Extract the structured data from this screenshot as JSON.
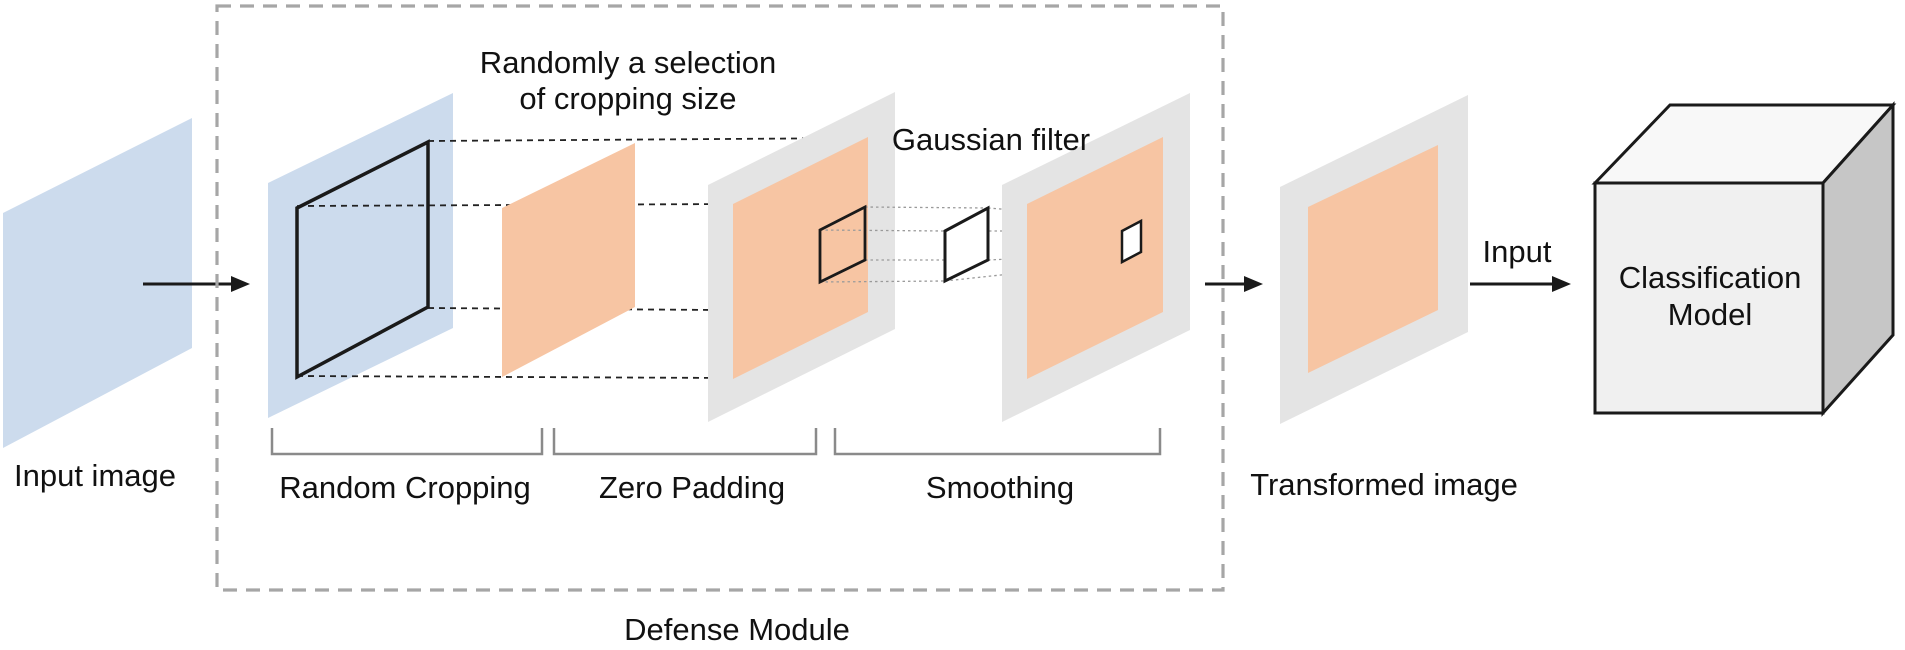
{
  "colors": {
    "blue_panel": "#ccdbed",
    "orange_panel": "#f7c5a3",
    "gray_panel": "#e4e4e4",
    "cube_front": "#f0f0f0",
    "cube_top": "#f8f8f8",
    "cube_side": "#c6c6c6",
    "dashed_border": "#a6a6a6",
    "bracket": "#8a8a8a",
    "line_black": "#1a1a1a",
    "text": "#111111",
    "kernel_fill": "#ffffff"
  },
  "diagram": {
    "input_image_label": "Input image",
    "crop_note_line1": "Randomly a selection",
    "crop_note_line2": "of cropping size",
    "gaussian_filter_label": "Gaussian filter",
    "stages": [
      {
        "label": "Random Cropping"
      },
      {
        "label": "Zero Padding"
      },
      {
        "label": "Smoothing"
      }
    ],
    "transformed_image_label": "Transformed image",
    "input_arrow_label": "Input",
    "model_label_line1": "Classification",
    "model_label_line2": "Model",
    "defense_module_label": "Defense Module"
  }
}
